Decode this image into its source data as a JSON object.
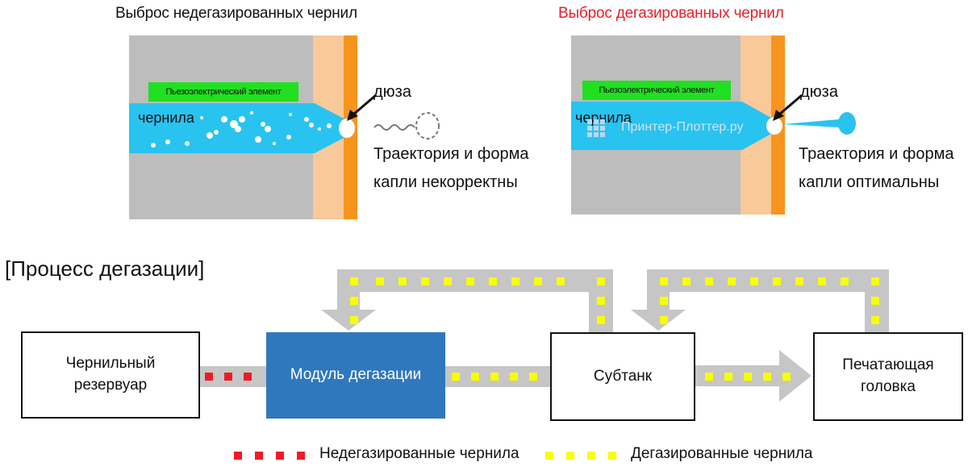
{
  "left_panel": {
    "title": "Выброс недегазированных чернил",
    "piezo_label": "Пьезоэлектрический элемент",
    "ink_label": "чернила",
    "nozzle_label": "дюза",
    "result_line1": "Траектория и форма",
    "result_line2": "капли некорректны"
  },
  "right_panel": {
    "title": "Выброс дегазированных чернил",
    "piezo_label": "Пьезоэлектрический элемент",
    "ink_label": "чернила",
    "nozzle_label": "дюза",
    "result_line1": "Траектория и форма",
    "result_line2": "капли оптимальны",
    "watermark": "Принтер-Плоттер.ру"
  },
  "process": {
    "heading": "[Процесс дегазации]",
    "boxes": {
      "reservoir_line1": "Чернильный",
      "reservoir_line2": "резервуар",
      "degas_module": "Модуль дегазации",
      "subtank": "Субтанк",
      "printhead_line1": "Печатающая",
      "printhead_line2": "головка"
    }
  },
  "legend": {
    "non_degassed": "Недегазированные чернила",
    "degassed": "Дегазированные чернила"
  },
  "colors": {
    "non_degassed": "#ee1c24",
    "degassed": "#f8ff00",
    "module_blue": "#2f78be",
    "ink_blue": "#29c3f0",
    "piezo_green": "#20e020",
    "title_red": "#e8202a"
  }
}
